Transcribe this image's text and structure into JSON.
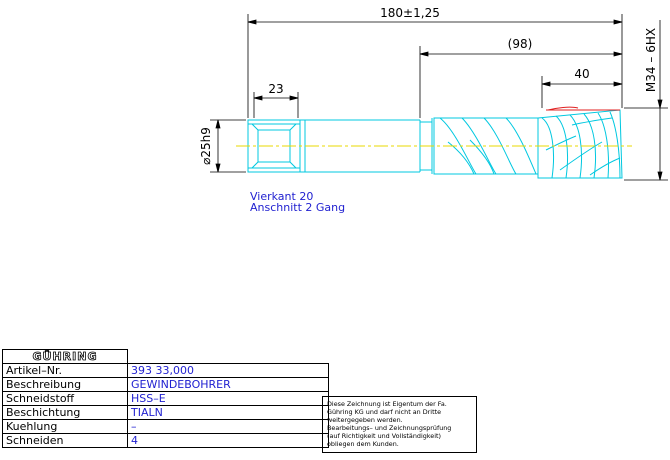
{
  "drawing": {
    "dims": {
      "total_length": "180±1,25",
      "thread_ref": "(98)",
      "thread_length": "40",
      "square_length": "23",
      "shank_dia": "⌀25h9",
      "thread_spec": "M34 – 6HX"
    },
    "notes": [
      "Vierkant 20",
      "Anschnitt 2 Gang"
    ],
    "colors": {
      "outline": "#00c8e0",
      "centerline": "#e8d800",
      "dimension": "#000000",
      "thread_start": "#e02020",
      "text": "#1f1fd0"
    }
  },
  "title_block": {
    "logo": "GÜHRING",
    "rows": [
      {
        "label": "Artikel–Nr.",
        "value": "393 33,000"
      },
      {
        "label": "Beschreibung",
        "value": "GEWINDEBOHRER"
      },
      {
        "label": "Schneidstoff",
        "value": "HSS–E"
      },
      {
        "label": "Beschichtung",
        "value": "TIALN"
      },
      {
        "label": "Kuehlung",
        "value": "–"
      },
      {
        "label": "Schneiden",
        "value": "4"
      }
    ],
    "disclaimer": [
      "Diese Zeichnung ist Eigentum der Fa.",
      "Gühring KG und darf nicht an Dritte",
      "weitergegeben werden.",
      "Bearbeitungs– und Zeichnungsprüfung",
      "(auf Richtigkeit und Vollständigkeit)",
      "obliegen dem Kunden."
    ]
  }
}
